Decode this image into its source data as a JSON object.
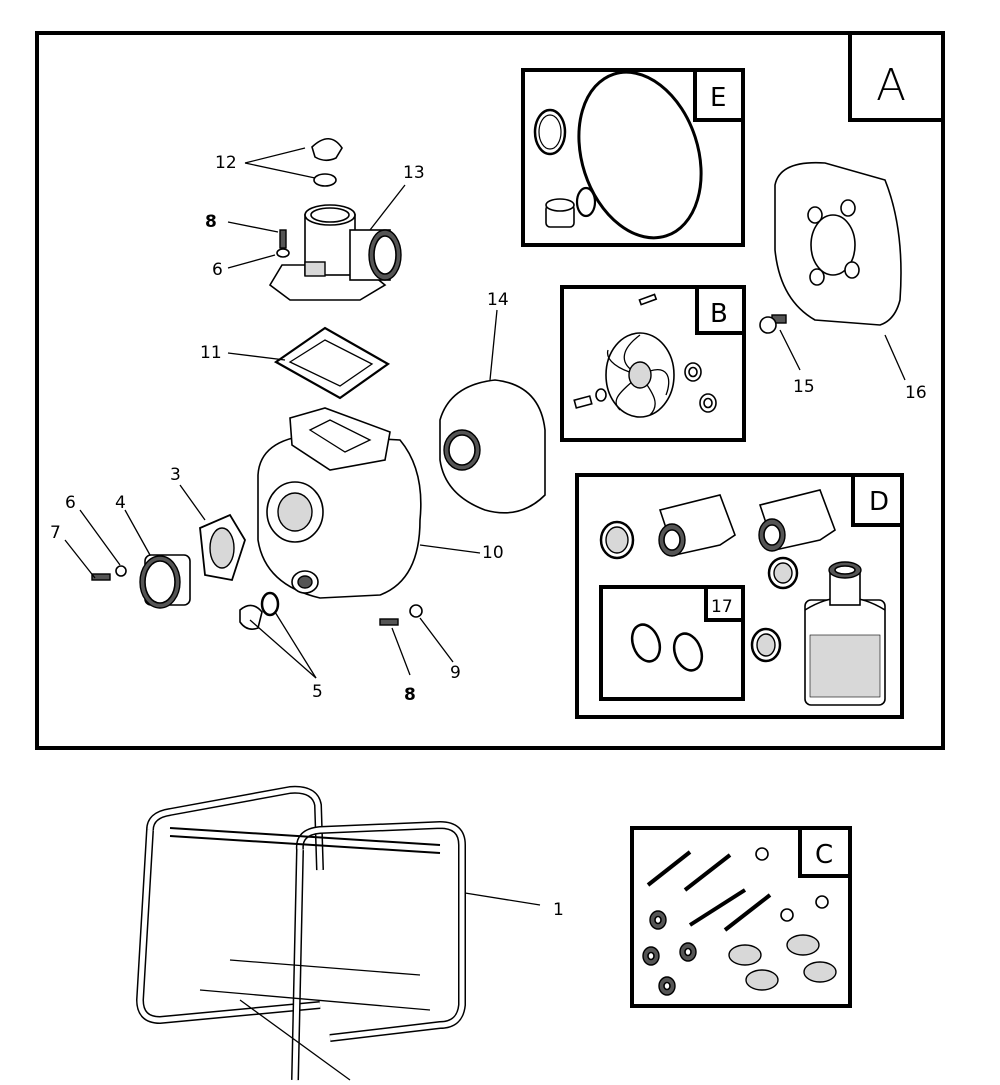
{
  "diagram": {
    "boxes": {
      "A": "A",
      "B": "B",
      "C": "C",
      "D": "D",
      "E": "E",
      "inner17": "17"
    },
    "labels": {
      "p1": "1",
      "p3": "3",
      "p4": "4",
      "p5": "5",
      "p6a": "6",
      "p6b": "6",
      "p7": "7",
      "p8a": "8",
      "p8b": "8",
      "p9": "9",
      "p10": "10",
      "p11": "11",
      "p12": "12",
      "p13": "13",
      "p14": "14",
      "p15": "15",
      "p16": "16"
    }
  }
}
